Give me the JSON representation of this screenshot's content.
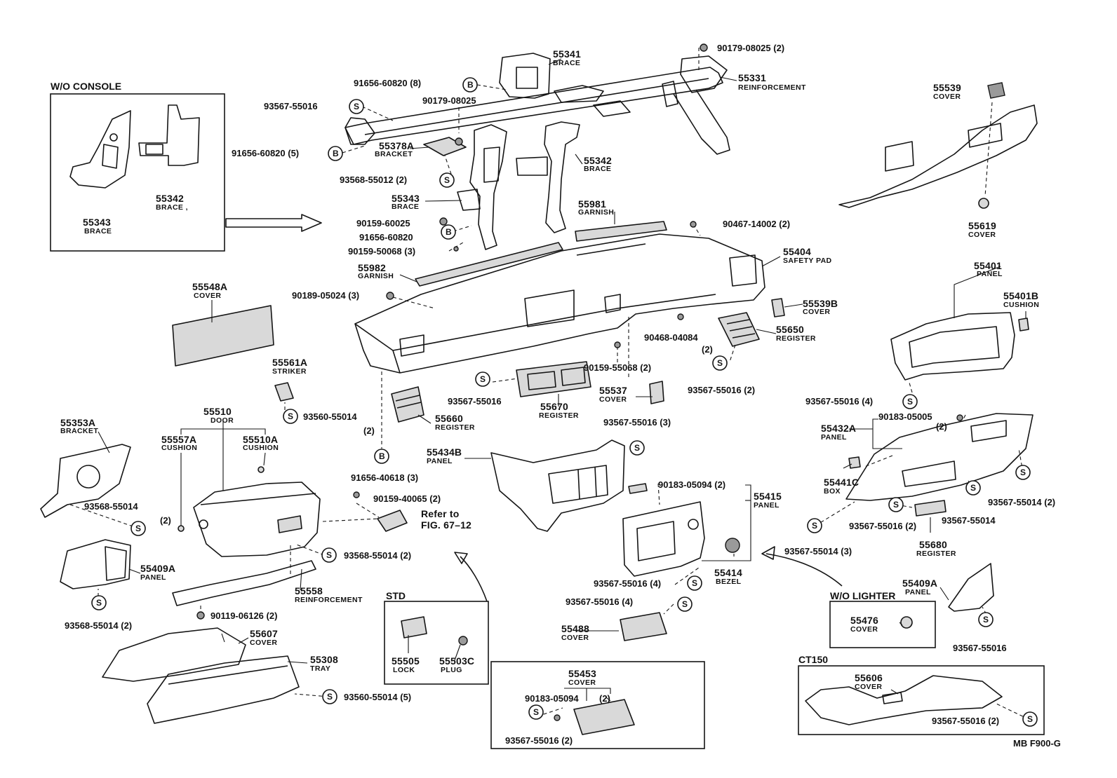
{
  "diagram_code": "MB F900-G",
  "sections": {
    "wo_console": "W/O CONSOLE",
    "std": "STD",
    "wo_lighter": "W/O LIGHTER",
    "ct150": "CT150"
  },
  "parts": {
    "p55341": {
      "num": "55341",
      "name": "BRACE"
    },
    "p55331": {
      "num": "55331",
      "name": "REINFORCEMENT"
    },
    "p55378a": {
      "num": "55378A",
      "name": "BRACKET"
    },
    "p55342": {
      "num": "55342",
      "name": "BRACE"
    },
    "p55343": {
      "num": "55343",
      "name": "BRACE"
    },
    "p55981": {
      "num": "55981",
      "name": "GARNISH"
    },
    "p55982": {
      "num": "55982",
      "name": "GARNISH"
    },
    "p55404": {
      "num": "55404",
      "name": "SAFETY PAD"
    },
    "p55539": {
      "num": "55539",
      "name": "COVER"
    },
    "p55619": {
      "num": "55619",
      "name": "COVER"
    },
    "p55401": {
      "num": "55401",
      "name": "PANEL"
    },
    "p55401b": {
      "num": "55401B",
      "name": "CUSHION"
    },
    "p55548a": {
      "num": "55548A",
      "name": "COVER"
    },
    "p55539b": {
      "num": "55539B",
      "name": "COVER"
    },
    "p55650": {
      "num": "55650",
      "name": "REGISTER"
    },
    "p55561a": {
      "num": "55561A",
      "name": "STRIKER"
    },
    "p55660": {
      "num": "55660",
      "name": "REGISTER"
    },
    "p55670": {
      "num": "55670",
      "name": "REGISTER"
    },
    "p55537": {
      "num": "55537",
      "name": "COVER"
    },
    "p55353a": {
      "num": "55353A",
      "name": "BRACKET"
    },
    "p55510": {
      "num": "55510",
      "name": "DOOR"
    },
    "p55557a": {
      "num": "55557A",
      "name": "CUSHION"
    },
    "p55510a": {
      "num": "55510A",
      "name": "CUSHION"
    },
    "p55434b": {
      "num": "55434B",
      "name": "PANEL"
    },
    "p55432a": {
      "num": "55432A",
      "name": "PANEL"
    },
    "p55441c": {
      "num": "55441C",
      "name": "BOX"
    },
    "p55415": {
      "num": "55415",
      "name": "PANEL"
    },
    "p55680": {
      "num": "55680",
      "name": "REGISTER"
    },
    "p55409a_l": {
      "num": "55409A",
      "name": "PANEL"
    },
    "p55558": {
      "num": "55558",
      "name": "REINFORCEMENT"
    },
    "p55414": {
      "num": "55414",
      "name": "BEZEL"
    },
    "p55409a_r": {
      "num": "55409A",
      "name": "PANEL"
    },
    "p55607": {
      "num": "55607",
      "name": "COVER"
    },
    "p55308": {
      "num": "55308",
      "name": "TRAY"
    },
    "p55505": {
      "num": "55505",
      "name": "LOCK"
    },
    "p55503c": {
      "num": "55503C",
      "name": "PLUG"
    },
    "p55488": {
      "num": "55488",
      "name": "COVER"
    },
    "p55476": {
      "num": "55476",
      "name": "COVER"
    },
    "p55453": {
      "num": "55453",
      "name": "COVER"
    },
    "p55606": {
      "num": "55606",
      "name": "COVER"
    },
    "wc55342": {
      "num": "55342",
      "name": "BRACE ,"
    },
    "wc55343": {
      "num": "55343",
      "name": "BRACE"
    }
  },
  "fasteners": {
    "f_90179_08025_top": "90179-08025 (2)",
    "f_91656_60820_8": "91656-60820 (8)",
    "f_93567_55016_top": "93567-55016",
    "f_90179_08025": "90179-08025",
    "f_91656_60820_5": "91656-60820 (5)",
    "f_93568_55012": "93568-55012 (2)",
    "f_90159_60025": "90159-60025",
    "f_91656_60820": "91656-60820",
    "f_90159_50068": "90159-50068 (3)",
    "f_90467_14002": "90467-14002 (2)",
    "f_90189_05024": "90189-05024 (3)",
    "f_90468_04084": "90468-04084",
    "f_90468_04084_qty": "(2)",
    "f_90159_55068": "90159-55068 (2)",
    "f_93567_55016_r": "93567-55016 (2)",
    "f_93567_55016_4r": "93567-55016 (4)",
    "f_93567_55016_c": "93567-55016",
    "f_93560_55014": "93560-55014",
    "f_93560_55014_qty": "(2)",
    "f_93567_55016_3": "93567-55016 (3)",
    "f_90183_05005": "90183-05005",
    "f_90183_05005_qty": "(2)",
    "f_91656_40618": "91656-40618 (3)",
    "f_90159_40065": "90159-40065 (2)",
    "f_90183_05094": "90183-05094 (2)",
    "f_93568_55014_l": "93568-55014",
    "f_93568_55014_l_qty": "(2)",
    "f_93568_55014_m": "93568-55014 (2)",
    "f_93567_55014_3": "93567-55014 (3)",
    "f_93567_55016_2b": "93567-55016 (2)",
    "f_93567_55014": "93567-55014",
    "f_93567_55014_2": "93567-55014 (2)",
    "f_93567_55016_4a": "93567-55016 (4)",
    "f_93567_55016_4b": "93567-55016 (4)",
    "f_93568_55014_bl": "93568-55014 (2)",
    "f_90119_06126": "90119-06126 (2)",
    "f_93560_55014_5": "93560-55014 (5)",
    "f_93567_55016_br": "93567-55016",
    "f_90183_05094_b": "90183-05094",
    "f_90183_05094_b_qty": "(2)",
    "f_93567_55016_b2": "93567-55016 (2)",
    "f_93567_55016_ct": "93567-55016 (2)"
  },
  "notes": {
    "refer_1": "Refer to",
    "refer_2": "FIG. 67–12"
  },
  "symbols": {
    "bolt": "B",
    "screw": "S"
  }
}
